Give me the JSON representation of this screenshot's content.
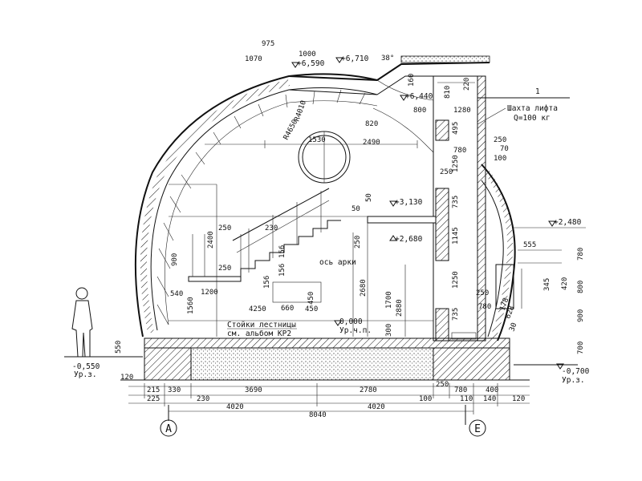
{
  "dimensions": {
    "top_975": "975",
    "top_1000": "1000",
    "top_1070": "1070",
    "top_angle": "38°",
    "r4650": "R4650",
    "r4010": "R4010",
    "d1530": "1530",
    "d2490": "2490",
    "d820": "820",
    "d800": "800",
    "d160": "160",
    "d810": "810",
    "d220": "220",
    "d1280": "1280",
    "d495": "495",
    "d780_top": "780",
    "d250_r": "250",
    "d70": "70",
    "d100": "100",
    "d1250_a": "1250",
    "d735_a": "735",
    "d1145": "1145",
    "d1250_b": "1250",
    "d735_b": "735",
    "d250_s1": "250",
    "d50_a": "50",
    "d50_b": "50",
    "d250_s2": "250",
    "d250_st": "250",
    "d230_st": "230",
    "d2400": "2400",
    "d900_l": "900",
    "d250_l": "250",
    "d156_a": "156",
    "d156_b": "156",
    "d156_c": "156",
    "d1200": "1200",
    "d540": "540",
    "d1560": "1560",
    "d4250": "4250",
    "d660": "660",
    "d450_a": "450",
    "d450_b": "450",
    "d2680": "2680",
    "d2880": "2880",
    "d1700": "1700",
    "d300": "300",
    "d550": "550",
    "d555": "555",
    "d780_r": "780",
    "d345": "345",
    "d420": "420",
    "d800_r": "800",
    "d900_r": "900",
    "d700_r": "700",
    "d250_rr": "250",
    "d780_rr": "780",
    "d178": "178",
    "d628": "628",
    "d30": "30",
    "b120_l": "120",
    "b215": "215",
    "b330": "330",
    "b225": "225",
    "b230": "230",
    "b3690": "3690",
    "b2780": "2780",
    "b250": "250",
    "b780": "780",
    "b400": "400",
    "b4020_a": "4020",
    "b4020_b": "4020",
    "b100": "100",
    "b110": "110",
    "b140": "140",
    "b120_r": "120",
    "b8040": "8040"
  },
  "levels": {
    "l6590": "+6,590",
    "l6710": "+6,710",
    "l6440": "+6,440",
    "l3130": "+3,130",
    "l2680": "+2,680",
    "l2480": "+2,480",
    "l0000": "0,000",
    "l0000_sub": "Ур.ч.п.",
    "l_m0550": "-0,550",
    "l_m0550_sub": "Ур.з.",
    "l_m0700": "-0,700",
    "l_m0700_sub": "Ур.з."
  },
  "labels": {
    "callout_number": "1",
    "lift_shaft": "Шахта лифта",
    "lift_capacity": "Q=100 кг",
    "arch_axis": "ось арки",
    "stair_posts_1": "Стойки лестницы",
    "stair_posts_2": "см. альбом КР2"
  },
  "axes": {
    "left": "А",
    "right": "Е"
  }
}
